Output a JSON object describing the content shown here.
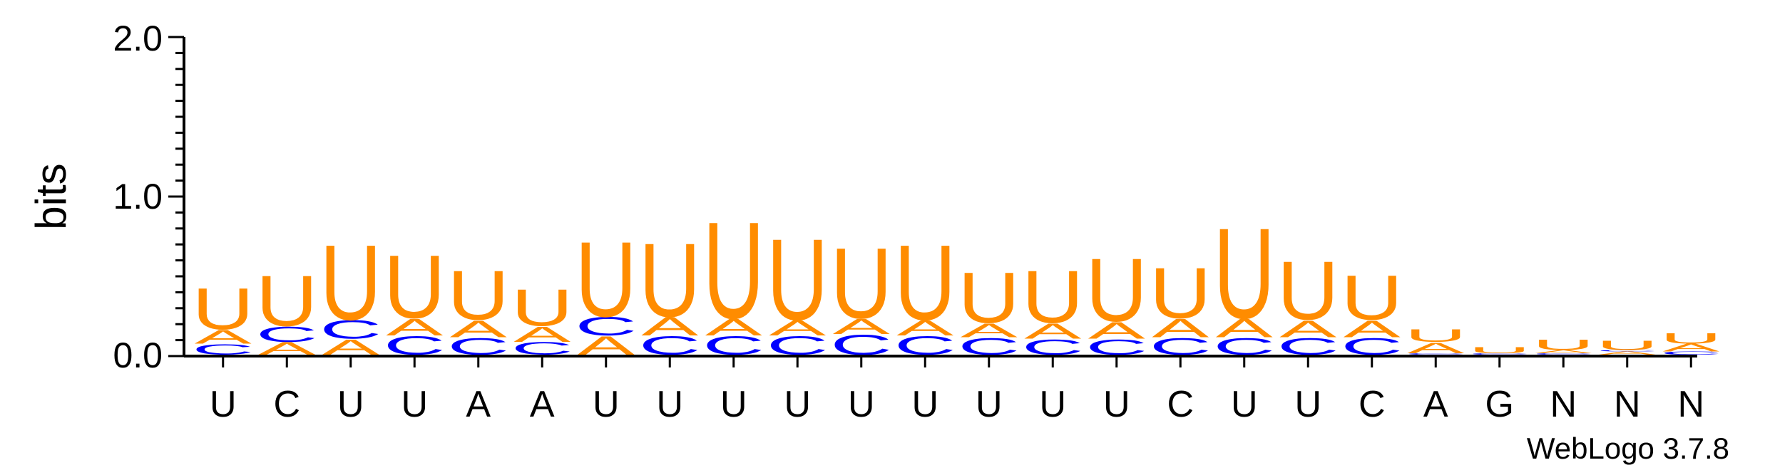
{
  "chart_data": {
    "type": "sequence-logo",
    "ylabel": "bits",
    "ylim": [
      0,
      2.0
    ],
    "yticks": [
      "0.0",
      "1.0",
      "2.0"
    ],
    "colors": {
      "U": "#FF8C00",
      "A": "#FF8C00",
      "C": "#0000FF",
      "G": "#0000FF"
    },
    "footer": "WebLogo 3.7.8",
    "positions": [
      {
        "label": "U",
        "stack": [
          [
            "C",
            0.07
          ],
          [
            "A",
            0.09
          ],
          [
            "U",
            0.27
          ]
        ]
      },
      {
        "label": "C",
        "stack": [
          [
            "A",
            0.08
          ],
          [
            "C",
            0.1
          ],
          [
            "U",
            0.33
          ]
        ]
      },
      {
        "label": "U",
        "stack": [
          [
            "A",
            0.1
          ],
          [
            "C",
            0.12
          ],
          [
            "U",
            0.49
          ]
        ]
      },
      {
        "label": "U",
        "stack": [
          [
            "C",
            0.12
          ],
          [
            "A",
            0.11
          ],
          [
            "U",
            0.41
          ]
        ]
      },
      {
        "label": "A",
        "stack": [
          [
            "C",
            0.11
          ],
          [
            "A",
            0.11
          ],
          [
            "U",
            0.32
          ]
        ]
      },
      {
        "label": "A",
        "stack": [
          [
            "C",
            0.08
          ],
          [
            "A",
            0.1
          ],
          [
            "U",
            0.24
          ]
        ]
      },
      {
        "label": "U",
        "stack": [
          [
            "A",
            0.12
          ],
          [
            "C",
            0.12
          ],
          [
            "U",
            0.49
          ]
        ]
      },
      {
        "label": "U",
        "stack": [
          [
            "C",
            0.12
          ],
          [
            "A",
            0.12
          ],
          [
            "U",
            0.48
          ]
        ]
      },
      {
        "label": "U",
        "stack": [
          [
            "C",
            0.12
          ],
          [
            "A",
            0.11
          ],
          [
            "U",
            0.63
          ]
        ]
      },
      {
        "label": "U",
        "stack": [
          [
            "C",
            0.12
          ],
          [
            "A",
            0.1
          ],
          [
            "U",
            0.53
          ]
        ]
      },
      {
        "label": "U",
        "stack": [
          [
            "C",
            0.13
          ],
          [
            "A",
            0.1
          ],
          [
            "U",
            0.46
          ]
        ]
      },
      {
        "label": "U",
        "stack": [
          [
            "C",
            0.12
          ],
          [
            "A",
            0.1
          ],
          [
            "U",
            0.49
          ]
        ]
      },
      {
        "label": "U",
        "stack": [
          [
            "C",
            0.11
          ],
          [
            "A",
            0.09
          ],
          [
            "U",
            0.33
          ]
        ]
      },
      {
        "label": "U",
        "stack": [
          [
            "C",
            0.1
          ],
          [
            "A",
            0.1
          ],
          [
            "U",
            0.34
          ]
        ]
      },
      {
        "label": "U",
        "stack": [
          [
            "C",
            0.1
          ],
          [
            "A",
            0.11
          ],
          [
            "U",
            0.41
          ]
        ]
      },
      {
        "label": "C",
        "stack": [
          [
            "C",
            0.11
          ],
          [
            "A",
            0.12
          ],
          [
            "U",
            0.33
          ]
        ]
      },
      {
        "label": "U",
        "stack": [
          [
            "C",
            0.11
          ],
          [
            "A",
            0.12
          ],
          [
            "U",
            0.59
          ]
        ]
      },
      {
        "label": "U",
        "stack": [
          [
            "C",
            0.11
          ],
          [
            "A",
            0.11
          ],
          [
            "U",
            0.38
          ]
        ]
      },
      {
        "label": "C",
        "stack": [
          [
            "C",
            0.11
          ],
          [
            "A",
            0.11
          ],
          [
            "U",
            0.29
          ]
        ]
      },
      {
        "label": "A",
        "stack": [
          [
            "C",
            0.01
          ],
          [
            "A",
            0.07
          ],
          [
            "U",
            0.08
          ]
        ]
      },
      {
        "label": "G",
        "stack": [
          [
            "C",
            0.01
          ],
          [
            "U",
            0.04
          ]
        ]
      },
      {
        "label": "N",
        "stack": [
          [
            "C",
            0.01
          ],
          [
            "A",
            0.02
          ],
          [
            "U",
            0.07
          ]
        ]
      },
      {
        "label": "N",
        "stack": [
          [
            "A",
            0.02
          ],
          [
            "C",
            0.01
          ],
          [
            "U",
            0.06
          ]
        ]
      },
      {
        "label": "N",
        "stack": [
          [
            "C",
            0.02
          ],
          [
            "A",
            0.05
          ],
          [
            "U",
            0.07
          ]
        ]
      }
    ]
  }
}
